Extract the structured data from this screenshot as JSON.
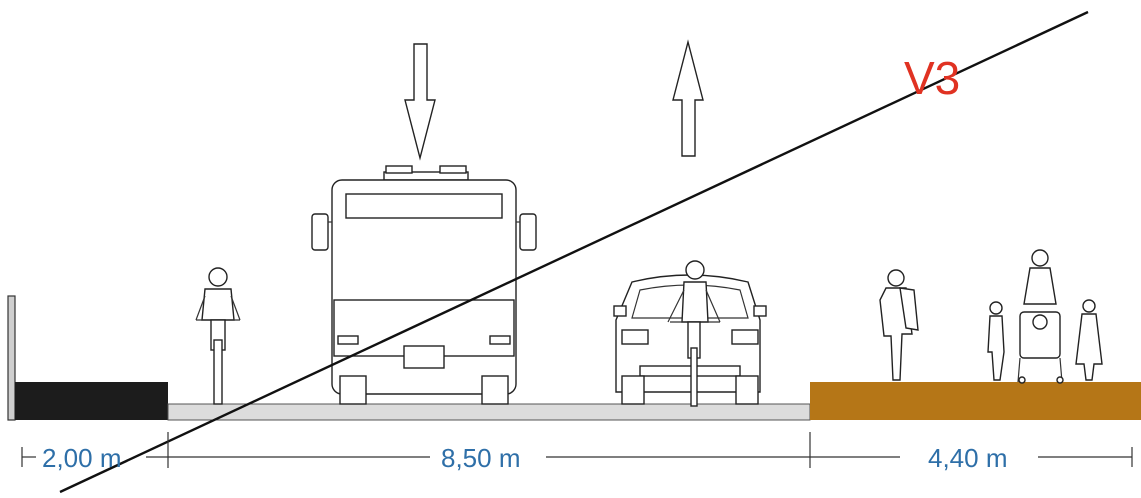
{
  "section_label": "V3",
  "dimensions": [
    {
      "label": "2,00 m"
    },
    {
      "label": "8,50 m"
    },
    {
      "label": "4,40 m"
    }
  ],
  "colors": {
    "footpath_left": "#1c1c1c",
    "roadway": "#dcdcdc",
    "sidewalk_right": "#b57617",
    "dimension_text": "#2e6fa8",
    "label_text": "#e03222",
    "lines": "#111111"
  },
  "traffic_arrows": [
    {
      "direction": "down"
    },
    {
      "direction": "up"
    }
  ],
  "icons": [
    "cyclist-icon",
    "bus-icon",
    "car-icon",
    "cyclist-icon",
    "pedestrian-icon",
    "family-with-stroller-icon"
  ]
}
